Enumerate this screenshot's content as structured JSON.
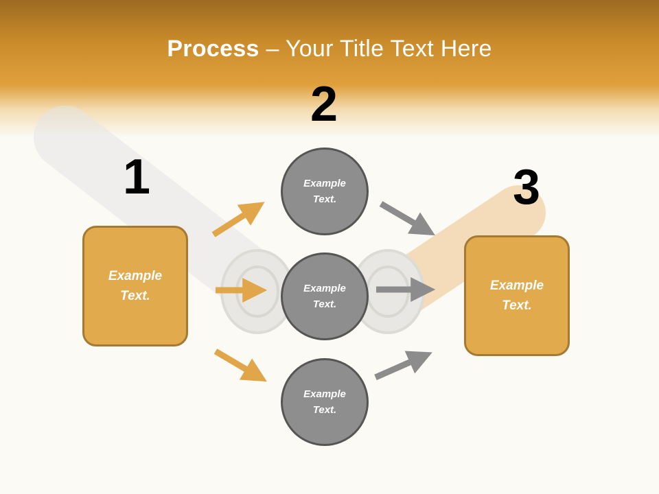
{
  "title": {
    "bold": "Process",
    "rest": " – Your Title Text Here"
  },
  "steps": [
    {
      "number": "1",
      "label": "Example Text."
    },
    {
      "number": "2"
    },
    {
      "number": "3",
      "label": "Example Text."
    }
  ],
  "circles": [
    {
      "label": "Example Text."
    },
    {
      "label": "Example Text."
    },
    {
      "label": "Example Text."
    }
  ],
  "colors": {
    "header": "#d8972f",
    "box_fill": "#e1aa4d",
    "box_border": "#a47a33",
    "circle_fill": "#8e8e8e",
    "circle_border": "#555555",
    "arrow_orange": "#e2a64a",
    "arrow_gray": "#8c8c8c"
  }
}
